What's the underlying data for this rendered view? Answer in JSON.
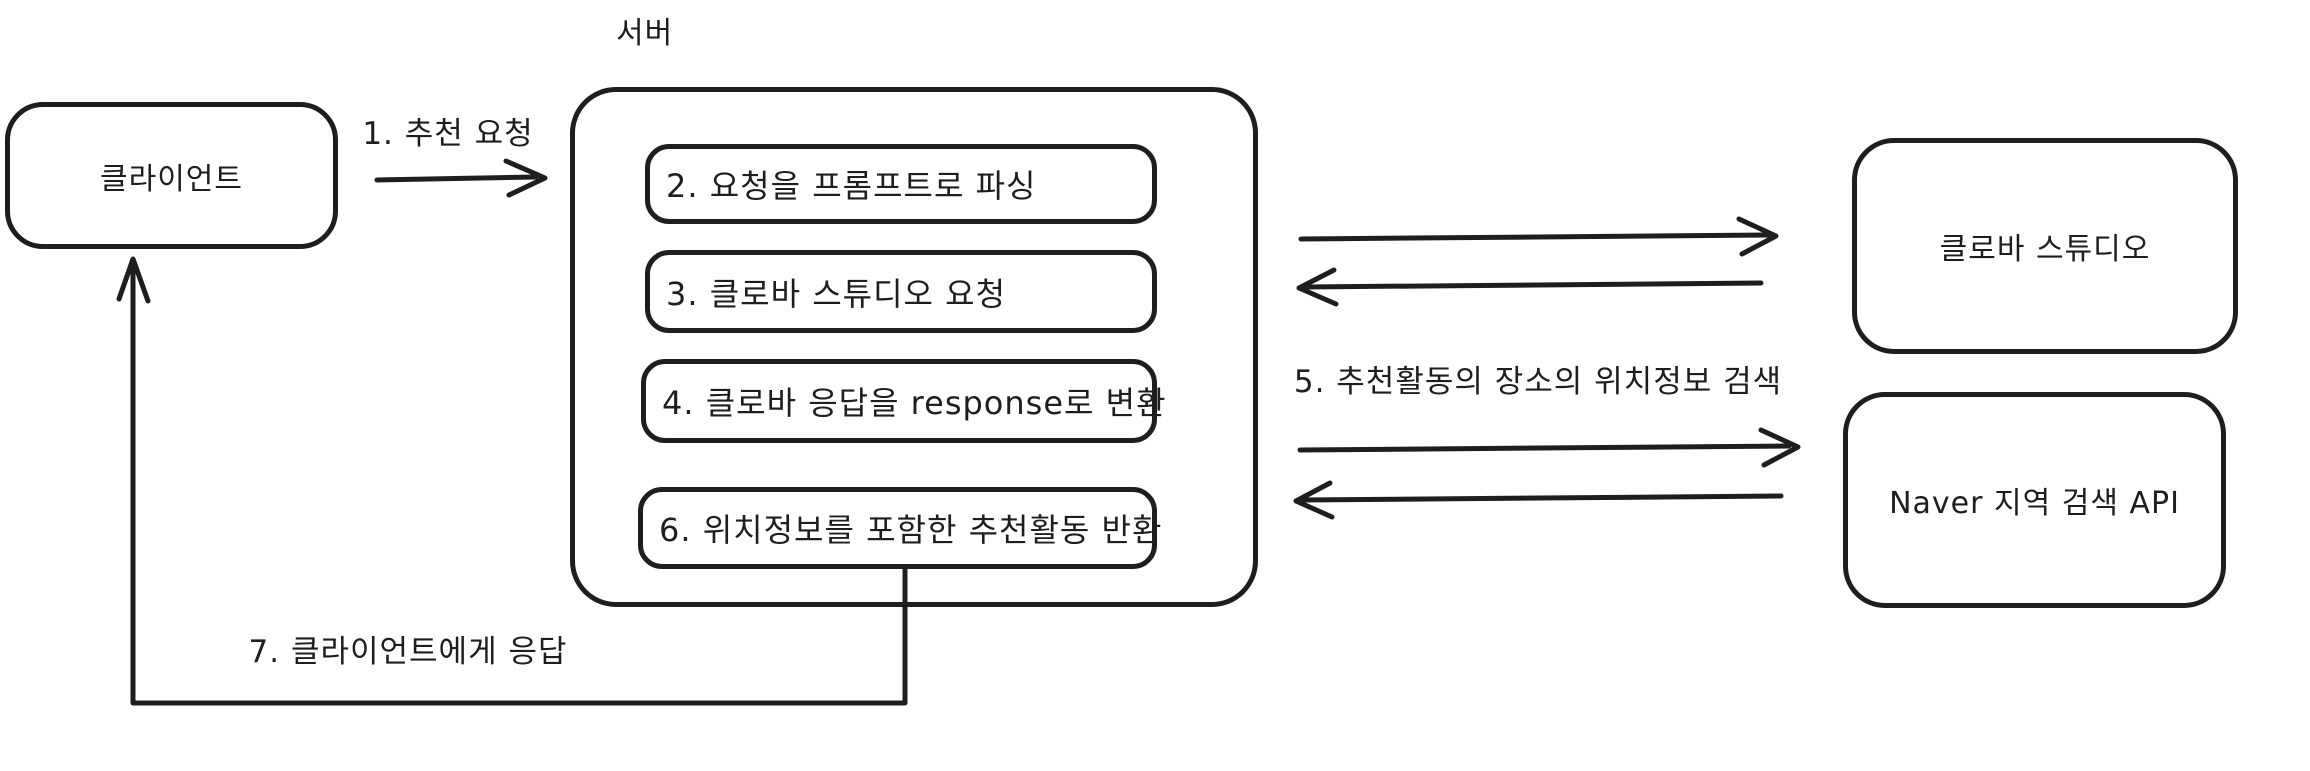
{
  "canvas": {
    "background": "#ffffff",
    "stroke_color": "#1e1e1e"
  },
  "nodes": {
    "client": {
      "label": "클라이언트"
    },
    "server": {
      "label": "서버"
    },
    "server_steps": [
      {
        "label": "2. 요청을 프롬프트로 파싱"
      },
      {
        "label": "3. 클로바 스튜디오 요청"
      },
      {
        "label": "4. 클로바 응답을 response로 변환"
      },
      {
        "label": "6. 위치정보를 포함한 추천활동 반환"
      }
    ],
    "clova_studio": {
      "label": "클로바 스튜디오"
    },
    "naver_api": {
      "label": "Naver 지역 검색 API"
    }
  },
  "edges": {
    "request": {
      "label": "1. 추천 요청"
    },
    "location_search": {
      "label": "5. 추천활동의 장소의 위치정보 검색"
    },
    "response": {
      "label": "7. 클라이언트에게 응답"
    }
  }
}
